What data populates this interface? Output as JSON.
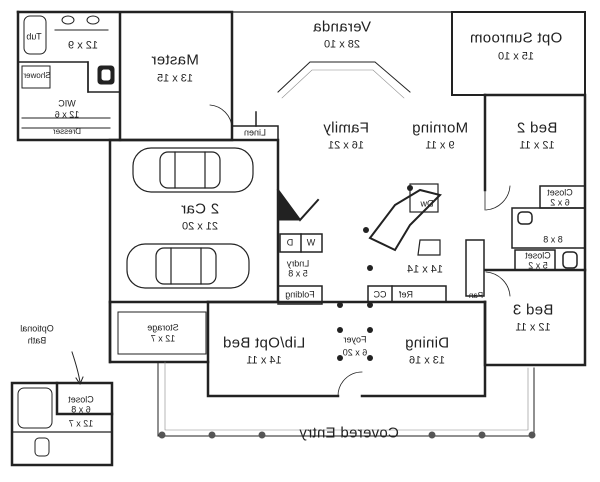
{
  "rooms": {
    "veranda": {
      "name": "Veranda",
      "dim": "28 x 10"
    },
    "sunroom": {
      "name": "Opt Sunroom",
      "dim": "15 x 10"
    },
    "master": {
      "name": "Master",
      "dim": "13 x 15"
    },
    "master_bath": {
      "dim": "12 x 9"
    },
    "tub": {
      "name": "Tub"
    },
    "shower": {
      "name": "Shower"
    },
    "wic": {
      "name": "WIC",
      "dim": "12 x 6"
    },
    "dresser": {
      "name": "Dresser"
    },
    "linen": {
      "name": "Linen"
    },
    "family": {
      "name": "Family",
      "dim": "16 x 21"
    },
    "morning": {
      "name": "Morning",
      "dim": "9 x 11"
    },
    "bed2": {
      "name": "Bed 2",
      "dim": "12 x 11"
    },
    "closet_bed2": {
      "name": "Closet",
      "dim": "6 x 2"
    },
    "bath2": {
      "dim": "8 x 8"
    },
    "closet_bed3": {
      "name": "Closet",
      "dim": "5 x 2"
    },
    "garage": {
      "name": "2 Car",
      "dim": "21 x 20"
    },
    "laundry": {
      "name": "Lndry",
      "dim": "5 x 8"
    },
    "washer": {
      "name": "W"
    },
    "dryer": {
      "name": "D"
    },
    "folding": {
      "name": "Folding"
    },
    "dw": {
      "name": "Dw"
    },
    "kitchen": {
      "dim": "14 x 14"
    },
    "cc": {
      "name": "CC"
    },
    "ref": {
      "name": "Ref"
    },
    "pan": {
      "name": "Pan"
    },
    "bed3": {
      "name": "Bed 3",
      "dim": "12 x 11"
    },
    "storage": {
      "name": "Storage",
      "dim": "12 x 7"
    },
    "lib": {
      "name": "Lib/Opt Bed",
      "dim": "14 x 11"
    },
    "foyer": {
      "name": "Foyer",
      "dim": "6 x 20"
    },
    "dining": {
      "name": "Dining",
      "dim": "13 x 16"
    },
    "opt_bath": {
      "line1": "Optional",
      "line2": "Bath"
    },
    "opt_closet": {
      "name": "Closet",
      "dim": "6 x 8"
    },
    "opt_bath_dim": {
      "dim": "12 x 7"
    },
    "entry": {
      "name": "Covered Entry"
    }
  }
}
